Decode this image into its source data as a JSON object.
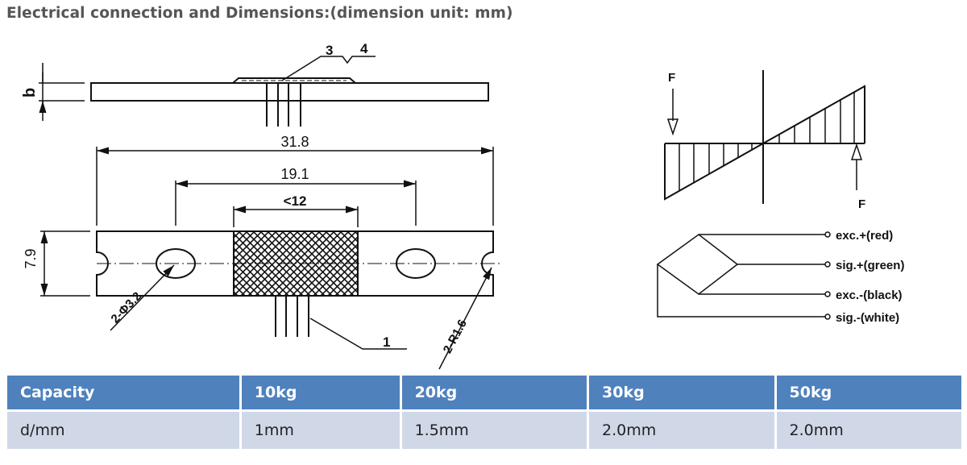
{
  "title": "Electrical connection and Dimensions:(dimension unit: mm)",
  "drawing": {
    "dim_b": "b",
    "label_3": "3",
    "label_4": "4",
    "dim_length": "31.8",
    "dim_hole_spacing": "19.1",
    "dim_gauge": "<12",
    "dim_width": "7.9",
    "hole_note": "2-Φ3.2",
    "radius_note": "2-R1.6",
    "label_1": "1"
  },
  "moment_diagram": {
    "force_top": "F",
    "force_bottom": "F"
  },
  "wiring": [
    {
      "label": "exc.+(red)"
    },
    {
      "label": "sig.+(green)"
    },
    {
      "label": "exc.-(black)"
    },
    {
      "label": "sig.-(white)"
    }
  ],
  "table": {
    "header": [
      "Capacity",
      "10kg",
      "20kg",
      "30kg",
      "50kg"
    ],
    "row": [
      "d/mm",
      "1mm",
      "1.5mm",
      "2.0mm",
      "2.0mm"
    ]
  }
}
